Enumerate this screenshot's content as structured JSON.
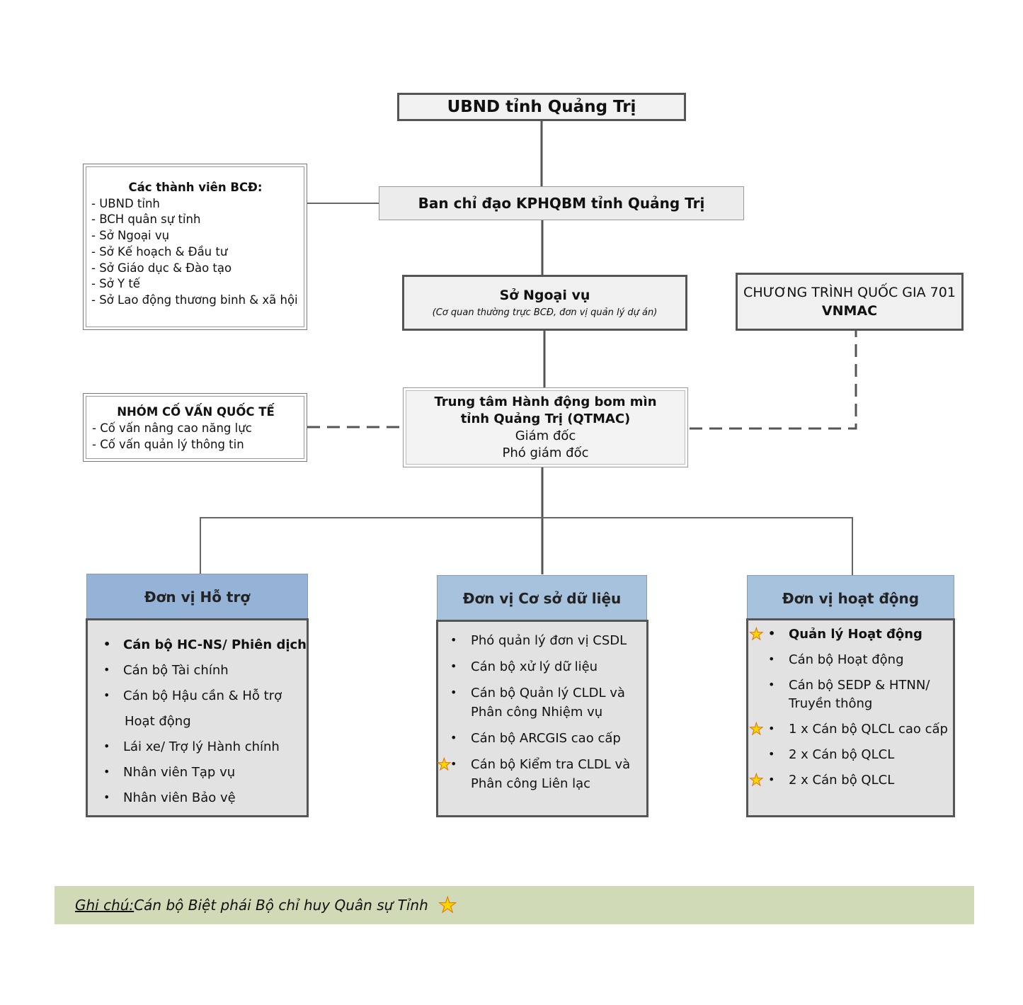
{
  "ubnd": {
    "title": "UBND tỉnh Quảng Trị"
  },
  "bcd": {
    "title": "Ban chỉ đạo KPHQBM tỉnh Quảng Trị"
  },
  "members": {
    "title": "Các thành viên BCĐ:",
    "items": [
      "- UBND tỉnh",
      "- BCH quân sự tỉnh",
      "- Sở Ngoại vụ",
      "- Sở Kế hoạch & Đầu tư",
      "- Sở Giáo dục & Đào tạo",
      "- Sở Y tế",
      "- Sở Lao động thương binh & xã hội"
    ]
  },
  "songoaivu": {
    "title": "Sở Ngoại vụ",
    "subtitle": "(Cơ quan thường trực BCĐ, đơn vị quản lý dự án)"
  },
  "vnmac": {
    "line1": "CHƯƠNG TRÌNH QUỐC GIA 701",
    "line2": "VNMAC"
  },
  "advisors": {
    "title": "NHÓM CỐ VẤN QUỐC TẾ",
    "items": [
      "- Cố vấn nâng cao năng lực",
      "- Cố vấn quản lý thông tin"
    ]
  },
  "center": {
    "line1": "Trung tâm Hành động bom mìn",
    "line2": "tỉnh Quảng Trị (QTMAC)",
    "line3": "Giám đốc",
    "line4": "Phó giám đốc"
  },
  "units": {
    "support": {
      "title": "Đơn vị Hỗ trợ",
      "items": [
        "Cán bộ HC-NS/ Phiên dịch",
        "Cán bộ Tài chính",
        "Cán bộ Hậu cần & Hỗ trợ",
        "Hoạt động",
        "Lái xe/ Trợ lý Hành chính",
        "Nhân viên Tạp vụ",
        "Nhân viên Bảo vệ"
      ]
    },
    "database": {
      "title": "Đơn vị Cơ sở dữ liệu",
      "items": [
        "Phó quản lý đơn vị CSDL",
        "Cán bộ xử lý dữ liệu",
        "Cán bộ Quản lý CLDL và",
        "Phân công Nhiệm vụ",
        "Cán bộ ARCGIS cao cấp",
        "Cán bộ Kiểm tra CLDL và",
        "Phân công Liên lạc"
      ]
    },
    "operations": {
      "title": "Đơn vị hoạt động",
      "items": [
        "Quản lý Hoạt động",
        "Cán bộ Hoạt động",
        "Cán bộ SEDP & HTNN/",
        "Truyền thông",
        "1 x Cán bộ QLCL cao cấp",
        "2 x Cán bộ QLCL",
        "2 x Cán bộ QLCL"
      ]
    }
  },
  "note": {
    "label": "Ghi chú:",
    "text": " Cán bộ Biệt phái Bộ chỉ huy Quân sự Tỉnh"
  },
  "colors": {
    "unit_header_support": "#95b3d7",
    "unit_header_other": "#a7c2dd",
    "unit_body": "#e2e2e2",
    "note_bg": "#d1dab6",
    "star": "#ffd700"
  },
  "icons": {
    "seconded_marker": "star-icon"
  }
}
